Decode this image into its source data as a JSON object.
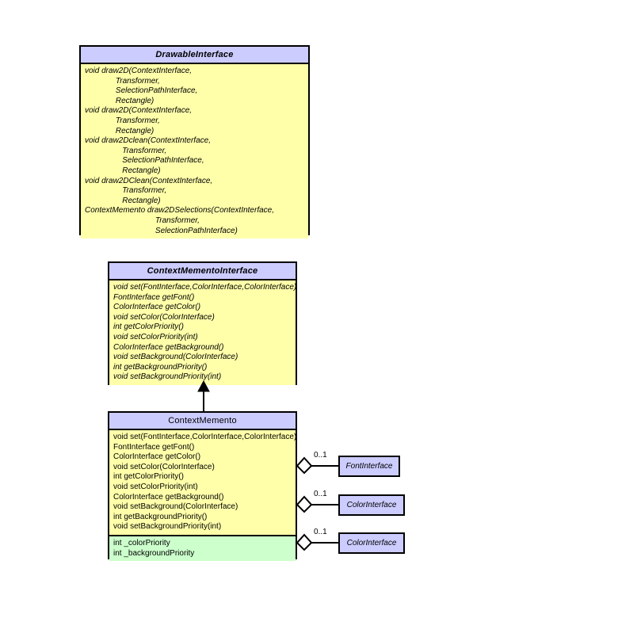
{
  "diagram": {
    "type": "uml-class-diagram",
    "background_color": "#ffffff",
    "colors": {
      "class_header": "#ccccff",
      "operations_compartment": "#ffffaa",
      "attributes_compartment": "#ccffcc",
      "border": "#000000",
      "text": "#000000"
    }
  },
  "classes": {
    "drawable_interface": {
      "name": "DrawableInterface",
      "stereotype": "interface",
      "operations": [
        "void draw2D(ContextInterface,",
        "              Transformer,",
        "              SelectionPathInterface,",
        "              Rectangle)",
        "void draw2D(ContextInterface,",
        "              Transformer,",
        "              Rectangle)",
        "void draw2Dclean(ContextInterface,",
        "                 Transformer,",
        "                 SelectionPathInterface,",
        "                 Rectangle)",
        "void draw2DClean(ContextInterface,",
        "                 Transformer,",
        "                 Rectangle)",
        "ContextMemento draw2DSelections(ContextInterface,",
        "                                Transformer,",
        "                                SelectionPathInterface)"
      ]
    },
    "context_memento_interface": {
      "name": "ContextMementoInterface",
      "stereotype": "interface",
      "operations": [
        "void set(FontInterface,ColorInterface,ColorInterface)",
        "FontInterface getFont()",
        "ColorInterface getColor()",
        "void setColor(ColorInterface)",
        "int getColorPriority()",
        "void setColorPriority(int)",
        "ColorInterface getBackground()",
        "void setBackground(ColorInterface)",
        "int getBackgroundPriority()",
        "void setBackgroundPriority(int)"
      ]
    },
    "context_memento": {
      "name": "ContextMemento",
      "stereotype": "class",
      "operations": [
        "void set(FontInterface,ColorInterface,ColorInterface)",
        "FontInterface getFont()",
        "ColorInterface getColor()",
        "void setColor(ColorInterface)",
        "int getColorPriority()",
        "void setColorPriority(int)",
        "ColorInterface getBackground()",
        "void setBackground(ColorInterface)",
        "int getBackgroundPriority()",
        "void setBackgroundPriority(int)"
      ],
      "attributes": [
        "int _colorPriority",
        "int _backgroundPriority"
      ]
    },
    "font_interface": {
      "name": "FontInterface",
      "stereotype": "interface"
    },
    "color_interface_1": {
      "name": "ColorInterface",
      "stereotype": "interface"
    },
    "color_interface_2": {
      "name": "ColorInterface",
      "stereotype": "interface"
    }
  },
  "relationships": [
    {
      "kind": "generalization",
      "from": "ContextMemento",
      "to": "ContextMementoInterface",
      "arrow": "closed-triangle"
    },
    {
      "kind": "aggregation",
      "from": "ContextMemento",
      "to": "FontInterface",
      "multiplicity": "0..1",
      "diamond": "hollow"
    },
    {
      "kind": "aggregation",
      "from": "ContextMemento",
      "to": "ColorInterface",
      "multiplicity": "0..1",
      "diamond": "hollow"
    },
    {
      "kind": "aggregation",
      "from": "ContextMemento",
      "to": "ColorInterface",
      "multiplicity": "0..1",
      "diamond": "hollow"
    }
  ],
  "multiplicity_labels": {
    "font": "0..1",
    "color": "0..1",
    "background": "0..1"
  }
}
